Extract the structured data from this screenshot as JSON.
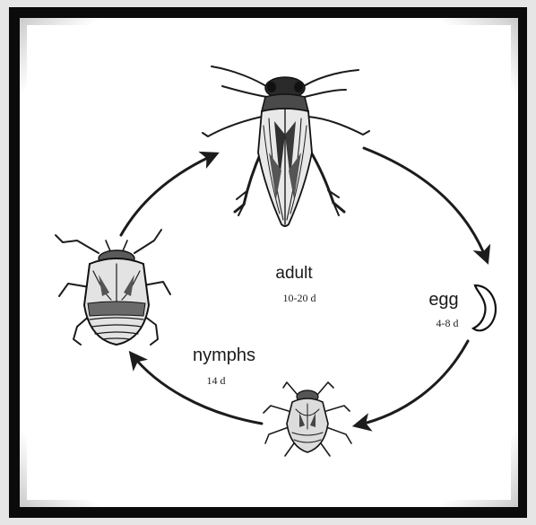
{
  "colors": {
    "frame_outer": "#0b0b0b",
    "frame_inner": "#ffffff",
    "ink": "#1c1c1c",
    "body_dark": "#2a2a2a",
    "body_mid": "#8a8a8a",
    "body_light": "#e8e8e8"
  },
  "stages": {
    "adult": {
      "name": "adult",
      "duration": "10-20 d",
      "icon": "adult-leafhopper-icon"
    },
    "egg": {
      "name": "egg",
      "duration": "4-8 d",
      "icon": "egg-icon"
    },
    "nymphs": {
      "name": "nymphs",
      "duration": "14 d",
      "icon": "nymph-icon"
    }
  },
  "cycle_arrows": [
    "adult-to-egg",
    "egg-to-small-nymph",
    "small-nymph-to-large-nymph",
    "large-nymph-to-adult"
  ]
}
